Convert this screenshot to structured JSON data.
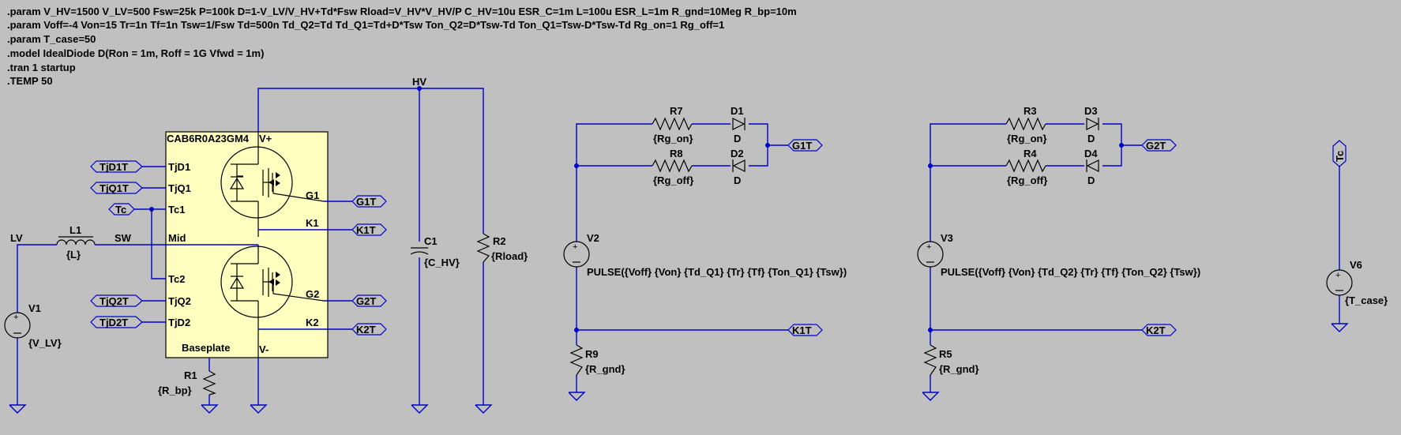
{
  "directives": [
    ".param V_HV=1500 V_LV=500 Fsw=25k P=100k D=1-V_LV/V_HV+Td*Fsw Rload=V_HV*V_HV/P C_HV=10u ESR_C=1m L=100u ESR_L=1m R_gnd=10Meg R_bp=10m",
    ".param Voff=-4 Von=15 Tr=1n Tf=1n Tsw=1/Fsw Td=500n Td_Q2=Td Td_Q1=Td+D*Tsw Ton_Q2=D*Tsw-Td Ton_Q1=Tsw-D*Tsw-Td Rg_on=1 Rg_off=1",
    ".param T_case=50",
    ".model IdealDiode D(Ron = 1m, Roff = 1G Vfwd = 1m)",
    ".tran 1 startup",
    ".TEMP 50"
  ],
  "module": {
    "name": "CAB6R0A23GM4",
    "pins": {
      "vplus": "V+",
      "vminus": "V-",
      "tjd1": "TjD1",
      "tjq1": "TjQ1",
      "tc1": "Tc1",
      "mid": "Mid",
      "tc2": "Tc2",
      "tjq2": "TjQ2",
      "tjd2": "TjD2",
      "g1": "G1",
      "k1": "K1",
      "g2": "G2",
      "k2": "K2",
      "baseplate": "Baseplate"
    }
  },
  "ports": {
    "tjd1t": "TjD1T",
    "tjq1t": "TjQ1T",
    "tc": "Tc",
    "tjq2t": "TjQ2T",
    "tjd2t": "TjD2T",
    "g1t_a": "G1T",
    "k1t_a": "K1T",
    "g2t_a": "G2T",
    "k2t_a": "K2T",
    "g1t_b": "G1T",
    "k1t_b": "K1T",
    "g2t_b": "G2T",
    "k2t_b": "K2T",
    "tc_v6": "Tc"
  },
  "nets": {
    "hv": "HV",
    "lv": "LV",
    "sw": "SW"
  },
  "components": {
    "l1": {
      "name": "L1",
      "value": "{L}"
    },
    "v1": {
      "name": "V1",
      "value": "{V_LV}"
    },
    "r1": {
      "name": "R1",
      "value": "{R_bp}"
    },
    "c1": {
      "name": "C1",
      "value": "{C_HV}"
    },
    "r2": {
      "name": "R2",
      "value": "{Rload}"
    },
    "r7": {
      "name": "R7",
      "value": "{Rg_on}"
    },
    "r8": {
      "name": "R8",
      "value": "{Rg_off}"
    },
    "d1": {
      "name": "D1",
      "value": "D"
    },
    "d2": {
      "name": "D2",
      "value": "D"
    },
    "v2": {
      "name": "V2",
      "value": "PULSE({Voff} {Von} {Td_Q1} {Tr} {Tf} {Ton_Q1} {Tsw})"
    },
    "r9": {
      "name": "R9",
      "value": "{R_gnd}"
    },
    "r3": {
      "name": "R3",
      "value": "{Rg_on}"
    },
    "r4": {
      "name": "R4",
      "value": "{Rg_off}"
    },
    "d3": {
      "name": "D3",
      "value": "D"
    },
    "d4": {
      "name": "D4",
      "value": "D"
    },
    "v3": {
      "name": "V3",
      "value": "PULSE({Voff} {Von} {Td_Q2} {Tr} {Tf} {Ton_Q2} {Tsw})"
    },
    "r5": {
      "name": "R5",
      "value": "{R_gnd}"
    },
    "v6": {
      "name": "V6",
      "value": "{T_case}"
    }
  },
  "colors": {
    "background": "#c0c0c0",
    "wire": "#0000cc",
    "module_fill": "#ffffc0"
  }
}
